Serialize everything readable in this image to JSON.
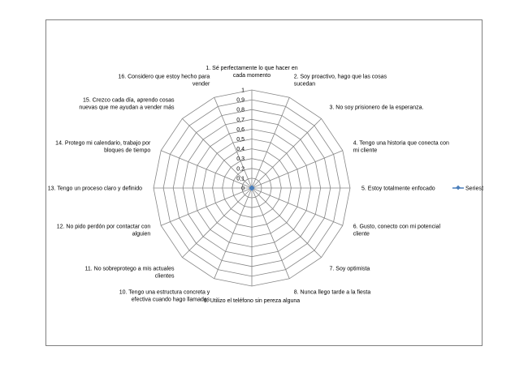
{
  "chart_data": {
    "type": "radar",
    "axis_range": [
      0,
      1
    ],
    "ticks": [
      "0",
      "0,1",
      "0,2",
      "0,3",
      "0,4",
      "0,5",
      "0,6",
      "0,7",
      "0,8",
      "0,9",
      "1"
    ],
    "categories": [
      [
        "1. Sé perfectamente lo que hacer en",
        "cada momento"
      ],
      [
        "2. Soy proactivo, hago que las cosas",
        "sucedan"
      ],
      [
        "3. No soy prisionero de la esperanza."
      ],
      [
        "4. Tengo una historia que conecta con",
        "mi cliente"
      ],
      [
        "5. Estoy totalmente enfocado"
      ],
      [
        "6. Gusto, conecto con mi potencial",
        "cliente"
      ],
      [
        "7. Soy optimista"
      ],
      [
        "8. Nunca llego tarde a la fiesta"
      ],
      [
        "9. Utilizo el teléfono sin pereza alguna"
      ],
      [
        "10. Tengo una estructura concreta y",
        "efectiva cuando hago llamadas"
      ],
      [
        "11. No sobreprotego a mis actuales",
        "clientes"
      ],
      [
        "12. No pido perdón por contactar con",
        "alguien"
      ],
      [
        "13. Tengo un proceso claro y definido"
      ],
      [
        "14. Protego mi calendario, trabajo por",
        "bloques de tiempo"
      ],
      [
        "15. Crezco cada día, aprendo cosas",
        "nuevas que me ayudan a vender más"
      ],
      [
        "16. Considero que estoy hecho para",
        "vender"
      ]
    ],
    "series": [
      {
        "name": "Series1",
        "values": [
          0,
          0,
          0,
          0,
          0,
          0,
          0,
          0,
          0,
          0,
          0,
          0,
          0,
          0,
          0,
          0
        ],
        "color": "#4a7ebb"
      }
    ],
    "legend_position": "right",
    "grid": true
  }
}
